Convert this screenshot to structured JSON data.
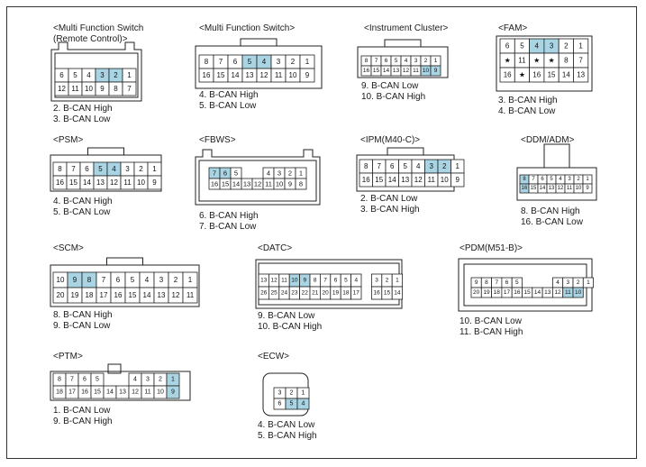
{
  "highlight_color": "#a9d4e4",
  "connectors": [
    {
      "id": "mfs-remote",
      "title_lines": [
        "<Multi Function Switch",
        "(Remote Control)>"
      ],
      "signals": [
        "2. B-CAN High",
        "3. B-CAN Low"
      ],
      "rows": [
        [
          "6",
          "5",
          "4",
          "3",
          "2",
          "1"
        ],
        [
          "12",
          "11",
          "10",
          "9",
          "8",
          "7"
        ]
      ],
      "highlighted": [
        "3",
        "2"
      ]
    },
    {
      "id": "mfs",
      "title_lines": [
        "<Multi Function Switch>"
      ],
      "signals": [
        "4. B-CAN High",
        "5. B-CAN Low"
      ],
      "rows": [
        [
          "8",
          "7",
          "6",
          "5",
          "4",
          "3",
          "2",
          "1"
        ],
        [
          "16",
          "15",
          "14",
          "13",
          "12",
          "11",
          "10",
          "9"
        ]
      ],
      "highlighted": [
        "5",
        "4"
      ]
    },
    {
      "id": "cluster",
      "title_lines": [
        "<Instrument Cluster>"
      ],
      "signals": [
        "9. B-CAN Low",
        "10. B-CAN High"
      ],
      "rows": [
        [
          "8",
          "7",
          "6",
          "5",
          "4",
          "3",
          "2",
          "1"
        ],
        [
          "16",
          "15",
          "14",
          "13",
          "12",
          "11",
          "10",
          "9"
        ]
      ],
      "highlighted": [
        "10",
        "9"
      ]
    },
    {
      "id": "fam",
      "title_lines": [
        "<FAM>"
      ],
      "signals": [
        "3. B-CAN High",
        "4. B-CAN Low"
      ],
      "rows": [
        [
          "6",
          "5",
          "4",
          "3",
          "2",
          "1"
        ],
        [
          "★",
          "11",
          "★",
          "★",
          "8",
          "7"
        ],
        [
          "16",
          "★",
          "16",
          "15",
          "14",
          "13"
        ]
      ],
      "highlighted": [
        "4",
        "3"
      ]
    },
    {
      "id": "psm",
      "title_lines": [
        "<PSM>"
      ],
      "signals": [
        "4. B-CAN High",
        "5. B-CAN Low"
      ],
      "rows": [
        [
          "8",
          "7",
          "6",
          "5",
          "4",
          "3",
          "2",
          "1"
        ],
        [
          "16",
          "15",
          "14",
          "13",
          "12",
          "11",
          "10",
          "9"
        ]
      ],
      "highlighted": [
        "5",
        "4"
      ]
    },
    {
      "id": "fbws",
      "title_lines": [
        "<FBWS>"
      ],
      "signals": [
        "6. B-CAN High",
        "7. B-CAN Low"
      ],
      "rows": [
        [
          "7",
          "6",
          "5",
          "",
          "",
          "4",
          "3",
          "2",
          "1"
        ],
        [
          "16",
          "15",
          "14",
          "13",
          "12",
          "11",
          "10",
          "9",
          "8"
        ]
      ],
      "highlighted": [
        "7",
        "6"
      ]
    },
    {
      "id": "ipm",
      "title_lines": [
        "<IPM(M40-C)>"
      ],
      "signals": [
        "2. B-CAN Low",
        "3. B-CAN High"
      ],
      "rows": [
        [
          "8",
          "7",
          "6",
          "5",
          "4",
          "3",
          "2",
          "1"
        ],
        [
          "16",
          "15",
          "14",
          "13",
          "12",
          "11",
          "10",
          "9"
        ]
      ],
      "highlighted": [
        "3",
        "2"
      ]
    },
    {
      "id": "ddm",
      "title_lines": [
        "<DDM/ADM>"
      ],
      "signals": [
        "8. B-CAN High",
        "16. B-CAN Low"
      ],
      "rows": [
        [
          "8",
          "7",
          "6",
          "5",
          "4",
          "3",
          "2",
          "1"
        ],
        [
          "16",
          "15",
          "14",
          "13",
          "12",
          "11",
          "10",
          "9"
        ]
      ],
      "highlighted": [
        "8",
        "16"
      ]
    },
    {
      "id": "scm",
      "title_lines": [
        "<SCM>"
      ],
      "signals": [
        "8. B-CAN High",
        "9. B-CAN Low"
      ],
      "rows": [
        [
          "10",
          "9",
          "8",
          "7",
          "6",
          "5",
          "4",
          "3",
          "2",
          "1"
        ],
        [
          "20",
          "19",
          "18",
          "17",
          "16",
          "15",
          "14",
          "13",
          "12",
          "11"
        ]
      ],
      "highlighted": [
        "9",
        "8"
      ]
    },
    {
      "id": "datc",
      "title_lines": [
        "<DATC>"
      ],
      "signals": [
        "9. B-CAN Low",
        "10. B-CAN High"
      ],
      "rows": [
        [
          "13",
          "12",
          "11",
          "10",
          "9",
          "8",
          "7",
          "6",
          "5",
          "4",
          "",
          "3",
          "2",
          "1"
        ],
        [
          "26",
          "25",
          "24",
          "23",
          "22",
          "21",
          "20",
          "19",
          "18",
          "17",
          "",
          "16",
          "15",
          "14"
        ]
      ],
      "highlighted": [
        "10",
        "9"
      ]
    },
    {
      "id": "pdm",
      "title_lines": [
        "<PDM(M51-B)>"
      ],
      "signals": [
        "10. B-CAN Low",
        "11. B-CAN High"
      ],
      "rows": [
        [
          "9",
          "8",
          "7",
          "6",
          "5",
          "",
          "",
          "",
          "4",
          "3",
          "2",
          "1"
        ],
        [
          "20",
          "19",
          "18",
          "17",
          "16",
          "15",
          "14",
          "13",
          "12",
          "11",
          "10"
        ]
      ],
      "highlighted": [
        "11",
        "10"
      ]
    },
    {
      "id": "ptm",
      "title_lines": [
        "<PTM>"
      ],
      "signals": [
        "1. B-CAN Low",
        "9. B-CAN High"
      ],
      "rows": [
        [
          "8",
          "7",
          "6",
          "5",
          "",
          "",
          "4",
          "3",
          "2",
          "1"
        ],
        [
          "18",
          "17",
          "16",
          "15",
          "14",
          "13",
          "12",
          "11",
          "10",
          "9"
        ]
      ],
      "highlighted": [
        "1",
        "9"
      ]
    },
    {
      "id": "ecw",
      "title_lines": [
        "<ECW>"
      ],
      "signals": [
        "4. B-CAN Low",
        "5. B-CAN High"
      ],
      "rows": [
        [
          "3",
          "2",
          "1"
        ],
        [
          "6",
          "5",
          "4"
        ]
      ],
      "highlighted": [
        "5",
        "4"
      ]
    }
  ]
}
